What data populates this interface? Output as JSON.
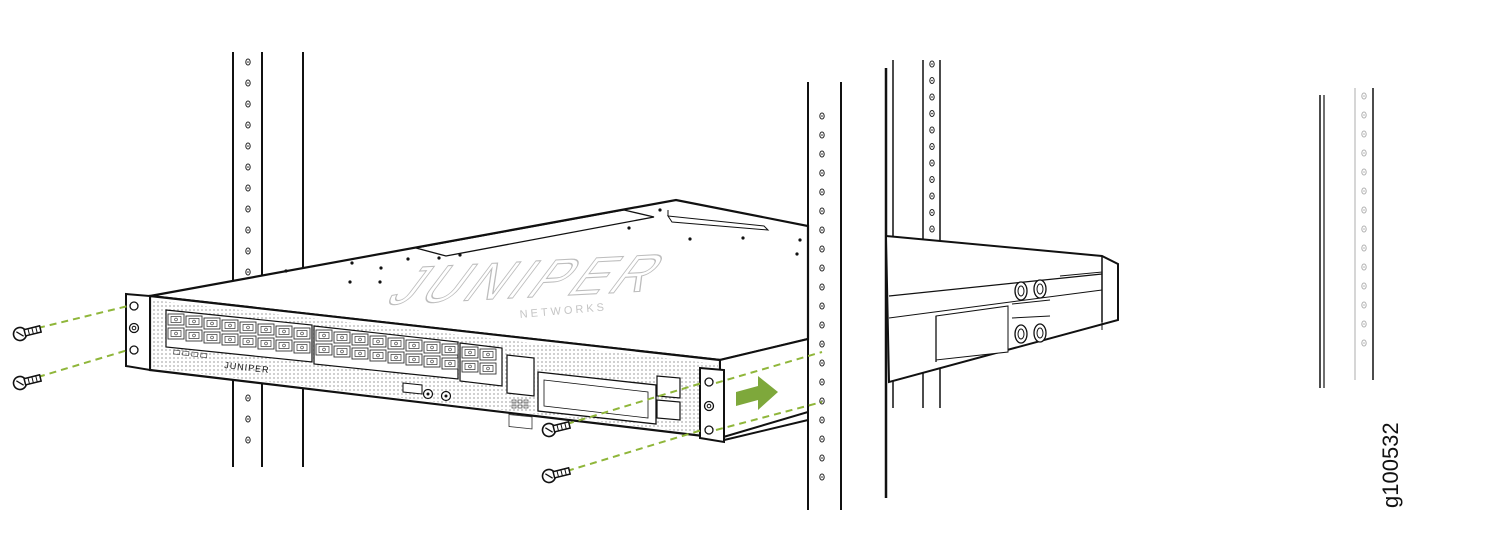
{
  "figure": {
    "id": "g100532",
    "brand_front": "JUNIPER",
    "brand_top": "JUNIPER",
    "brand_top_sub": "NETWORKS",
    "arrow_color": "#7ea83b",
    "guide_line_color": "#8fb63a",
    "arrow_direction": "slide-into-rack",
    "screw_count": 4
  }
}
